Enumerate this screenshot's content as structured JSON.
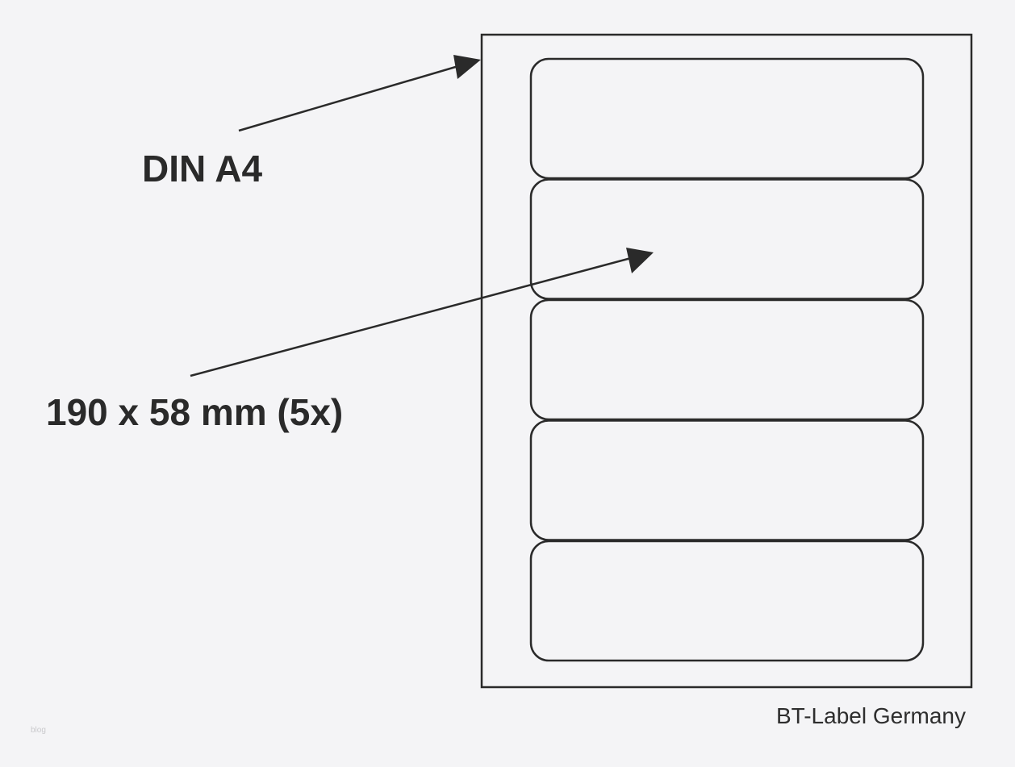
{
  "diagram": {
    "sheet_label": "DIN A4",
    "label_size_text": "190 x 58 mm (5x)",
    "label_count": 5,
    "brand": "BT-Label Germany",
    "watermark": "blog",
    "colors": {
      "background": "#f4f4f6",
      "stroke": "#2a2a2a",
      "text": "#2a2a2a"
    }
  }
}
